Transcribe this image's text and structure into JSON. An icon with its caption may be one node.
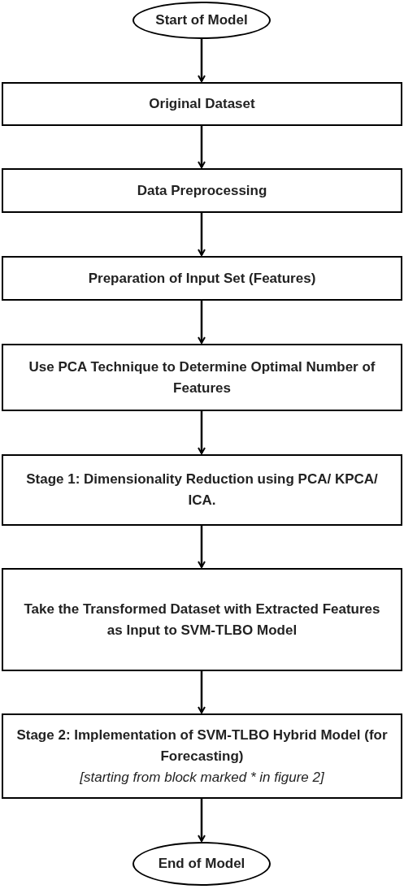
{
  "diagram": {
    "nodes": [
      {
        "text": [
          "Start of Model"
        ]
      },
      {
        "text": [
          "Original Dataset"
        ]
      },
      {
        "text": [
          "Data Preprocessing"
        ]
      },
      {
        "text": [
          "Preparation of Input Set (Features)"
        ]
      },
      {
        "text": [
          "Use PCA Technique to Determine Optimal Number of Features"
        ]
      },
      {
        "text": [
          "Stage 1: Dimensionality Reduction using PCA/ KPCA/ ICA."
        ]
      },
      {
        "text": [
          "Take the Transformed Dataset with Extracted Features as Input to SVM-TLBO Model"
        ]
      },
      {
        "text": [
          "Stage 2: Implementation of SVM-TLBO Hybrid Model (for Forecasting)",
          "[starting from block marked * in figure 2]"
        ]
      },
      {
        "text": [
          "End of Model"
        ]
      }
    ],
    "edges": [
      {
        "from": 0,
        "to": 1,
        "arrow": "to"
      },
      {
        "from": 1,
        "to": 2,
        "arrow": "to"
      },
      {
        "from": 2,
        "to": 3,
        "arrow": "to"
      },
      {
        "from": 3,
        "to": 4,
        "arrow": "to"
      },
      {
        "from": 4,
        "to": 5,
        "arrow": "to"
      },
      {
        "from": 5,
        "to": 6,
        "arrow": "to"
      },
      {
        "from": 6,
        "to": 7,
        "arrow": "to"
      },
      {
        "from": 7,
        "to": 8,
        "arrow": "to"
      }
    ]
  }
}
